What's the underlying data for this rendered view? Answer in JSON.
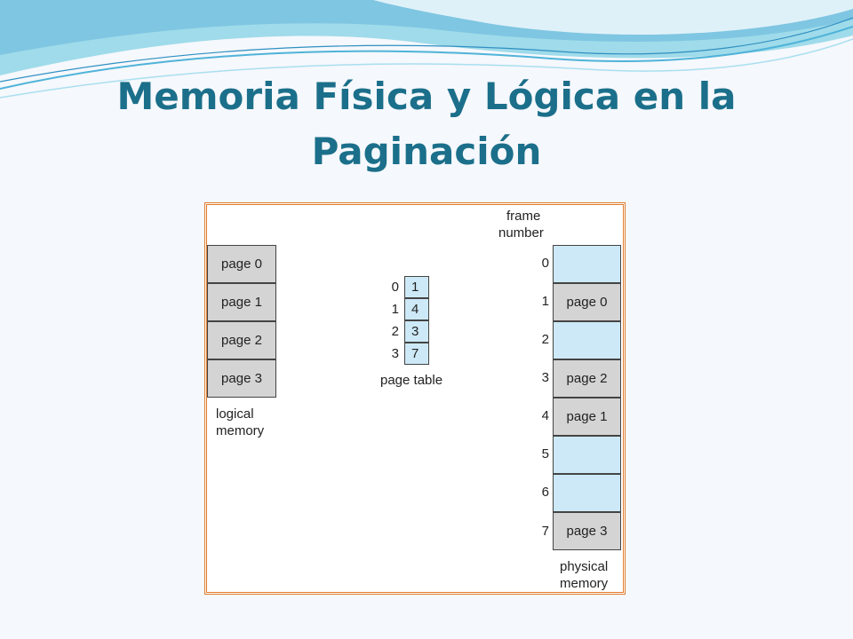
{
  "title": {
    "line1": "Memoria Física y Lógica en la",
    "line2": "Paginación"
  },
  "diagram": {
    "logical_memory": {
      "pages": [
        "page 0",
        "page 1",
        "page 2",
        "page 3"
      ],
      "label_line1": "logical",
      "label_line2": "memory"
    },
    "page_table": {
      "indices": [
        "0",
        "1",
        "2",
        "3"
      ],
      "frames": [
        "1",
        "4",
        "3",
        "7"
      ],
      "label": "page table"
    },
    "physical_memory": {
      "header_line1": "frame",
      "header_line2": "number",
      "frame_numbers": [
        "0",
        "1",
        "2",
        "3",
        "4",
        "5",
        "6",
        "7"
      ],
      "contents": [
        "",
        "page 0",
        "",
        "page 2",
        "page 1",
        "",
        "",
        "page 3"
      ],
      "label_line1": "physical",
      "label_line2": "memory"
    }
  },
  "colors": {
    "title": "#1b6f8a",
    "frame_border": "#e07a2a",
    "free_frame": "#cde9f7",
    "used_frame": "#d4d4d4"
  }
}
